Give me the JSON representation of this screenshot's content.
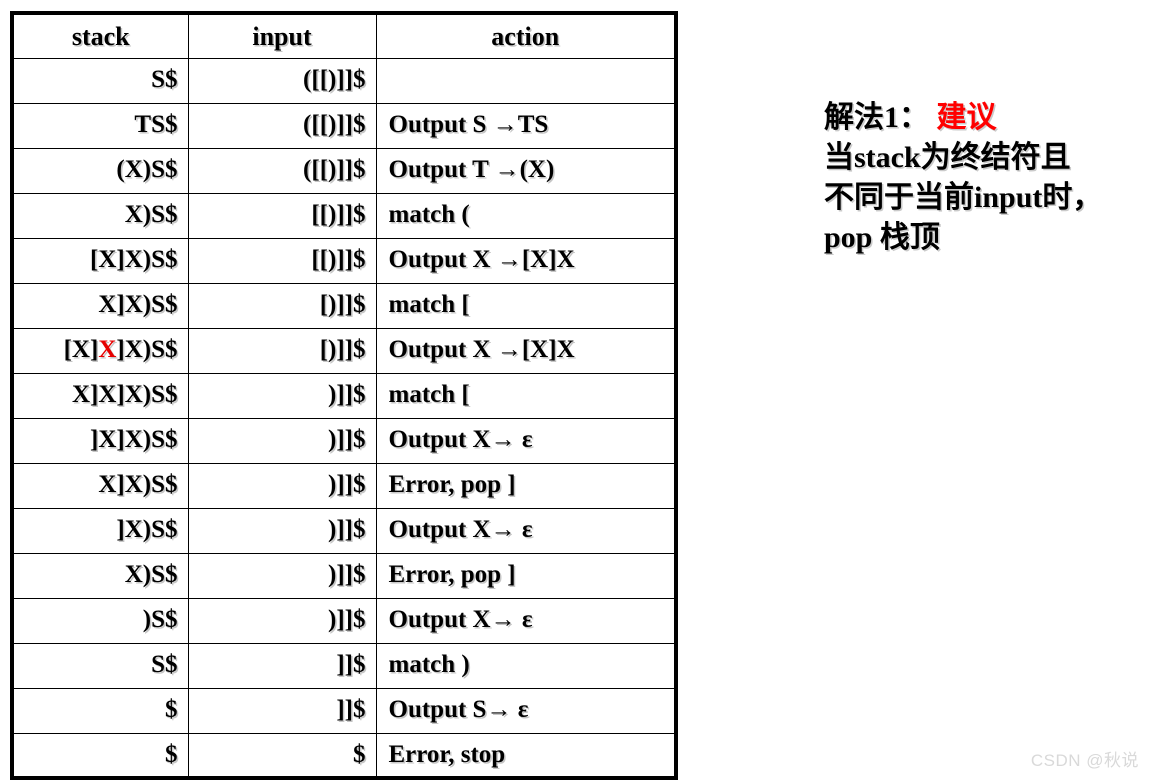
{
  "table": {
    "headers": [
      "stack",
      "input",
      "action"
    ],
    "rows": [
      {
        "stack": "S$",
        "input": "([[)]]$",
        "action": ""
      },
      {
        "stack": "TS$",
        "input": "([[)]]$",
        "action": "Output S →TS"
      },
      {
        "stack": "(X)S$",
        "input": "([[)]]$",
        "action": "Output T →(X)"
      },
      {
        "stack": "X)S$",
        "input": "[[)]]$",
        "action": "match ("
      },
      {
        "stack": "[X]X)S$",
        "input": "[[)]]$",
        "action": "Output X →[X]X"
      },
      {
        "stack": "X]X)S$",
        "input": "[)]]$",
        "action": "match ["
      },
      {
        "stack": "[X]X]X)S$",
        "input": "[)]]$",
        "action": "Output X →[X]X",
        "stack_highlight": {
          "prefix": "[X]",
          "accent": "X",
          "suffix": "]X)S$"
        }
      },
      {
        "stack": "X]X]X)S$",
        "input": ")]]$",
        "action": "match ["
      },
      {
        "stack": "]X]X)S$",
        "input": ")]]$",
        "action": "Output X→ ε"
      },
      {
        "stack": "X]X)S$",
        "input": ")]]$",
        "action": "Error, pop ]"
      },
      {
        "stack": "]X)S$",
        "input": ")]]$",
        "action": "Output X→ ε"
      },
      {
        "stack": "X)S$",
        "input": ")]]$",
        "action": "Error, pop ]"
      },
      {
        "stack": ")S$",
        "input": ")]]$",
        "action": "Output X→ ε"
      },
      {
        "stack": "S$",
        "input": "]]$",
        "action": "match )"
      },
      {
        "stack": "$",
        "input": "]]$",
        "action": "Output S→ ε"
      },
      {
        "stack": "$",
        "input": "$",
        "action": "Error, stop"
      }
    ]
  },
  "note": {
    "line1_prefix": "解法1： ",
    "line1_accent": "建议",
    "line2": "当stack为终结符且",
    "line3": "不同于当前input时，",
    "line4": "pop 栈顶"
  },
  "watermark": {
    "text": "CSDN @秋说"
  },
  "colors": {
    "accent_red": "#ff0000",
    "highlight_red": "#e60000",
    "border": "#000000",
    "watermark": "#d9d9d9"
  }
}
